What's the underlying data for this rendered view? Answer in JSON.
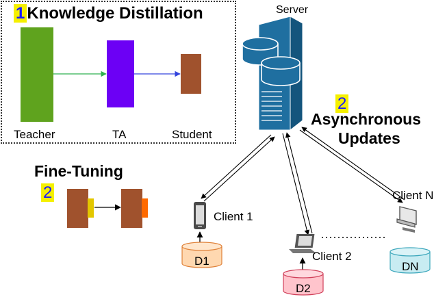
{
  "knowledge_distillation": {
    "number": "1",
    "title": "Knowledge Distillation",
    "labels": {
      "teacher": "Teacher",
      "ta": "TA",
      "student": "Student"
    },
    "colors": {
      "teacher": "#5fa31e",
      "ta": "#6c00f5",
      "student": "#a0522d",
      "arrow1": "#2fb04f",
      "arrow2": "#3344dd"
    }
  },
  "fine_tuning": {
    "title": "Fine-Tuning",
    "number": "2",
    "colors": {
      "block": "#a0522d",
      "adapter1": "#e3c700",
      "adapter2": "#ff6a00"
    }
  },
  "server": {
    "label": "Server",
    "color": "#1f6fa0"
  },
  "async_updates": {
    "number": "2",
    "line1": "Asynchronous",
    "line2": "Updates"
  },
  "clients": [
    {
      "label": "Client 1",
      "device": "phone-icon",
      "data_label": "D1",
      "db_color": "#ffd8b0",
      "db_stroke": "#e0823a"
    },
    {
      "label": "Client 2",
      "device": "laptop-icon",
      "data_label": "D2",
      "db_color": "#ffc4cc",
      "db_stroke": "#d0405a"
    },
    {
      "label": "Client N",
      "device": "printer-icon",
      "data_label": "DN",
      "db_color": "#c8ecf2",
      "db_stroke": "#3aa6bb"
    }
  ]
}
